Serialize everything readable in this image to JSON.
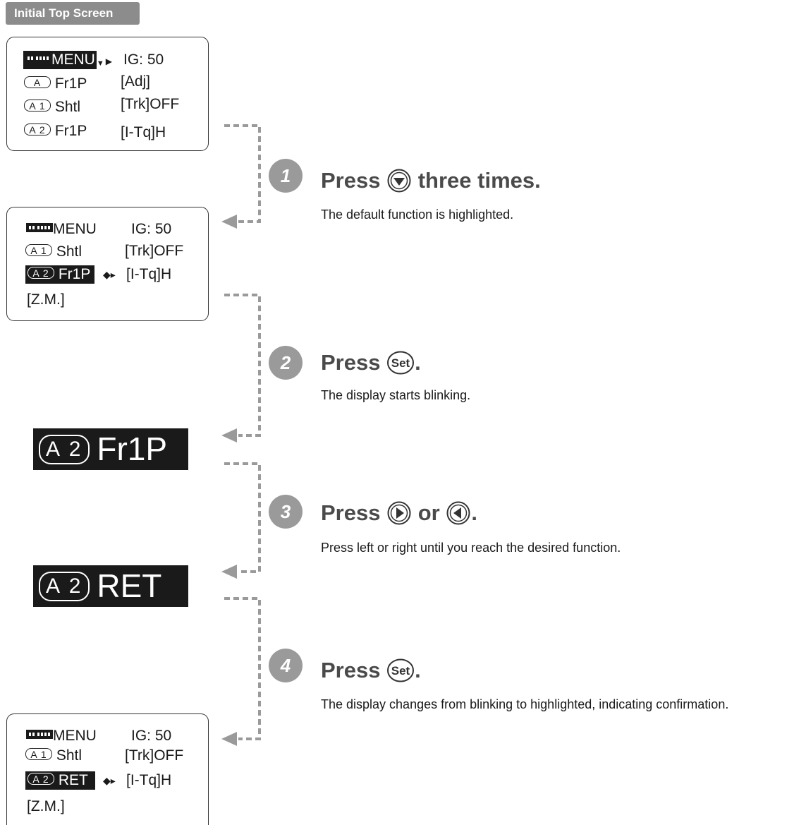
{
  "badge": "Initial Top Screen",
  "screen1": {
    "rows": [
      {
        "tag": "",
        "menu": "MENU",
        "right": "IG: 50"
      },
      {
        "tag": "A",
        "left": "Fr1P",
        "right": "[Adj]"
      },
      {
        "tag": "A 1",
        "left": "Shtl",
        "right": "[Trk]OFF"
      },
      {
        "tag": "A 2",
        "left": "Fr1P",
        "right": "[I-Tq]H"
      }
    ]
  },
  "screen2": {
    "menu": "MENU",
    "ig": "IG: 50",
    "r1_tag": "A 1",
    "r1_left": "Shtl",
    "r1_right": "[Trk]OFF",
    "r2_tag": "A 2",
    "r2_left": "Fr1P",
    "r2_right": "[I-Tq]H",
    "r3": "[Z.M.]"
  },
  "big1": {
    "tag": "A 2",
    "text": "Fr1P"
  },
  "big2": {
    "tag": "A 2",
    "text": "RET"
  },
  "screen3": {
    "menu": "MENU",
    "ig": "IG: 50",
    "r1_tag": "A 1",
    "r1_left": "Shtl",
    "r1_right": "[Trk]OFF",
    "r2_tag": "A 2",
    "r2_left": "RET",
    "r2_right": "[I-Tq]H",
    "r3": "[Z.M.]"
  },
  "steps": [
    {
      "num": "1",
      "press": "Press",
      "suffix": "three times.",
      "icon": "down-button-icon",
      "desc": "The default function is highlighted."
    },
    {
      "num": "2",
      "press": "Press",
      "suffix": ".",
      "icon": "set-button-icon",
      "desc": "The display starts blinking."
    },
    {
      "num": "3",
      "press": "Press",
      "or": "or",
      "suffix": ".",
      "icon": "right-left-button-icons",
      "desc": "Press left or right until you reach the desired function."
    },
    {
      "num": "4",
      "press": "Press",
      "suffix": ".",
      "icon": "set-button-icon",
      "desc": "The display changes from blinking to highlighted, indicating confirmation."
    }
  ],
  "set_label": "Set"
}
